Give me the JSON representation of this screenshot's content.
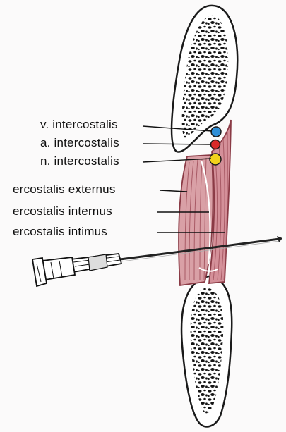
{
  "labels": {
    "vein": "v. intercostalis",
    "artery": "a. intercostalis",
    "nerve": "n. intercostalis",
    "externus": "ercostalis externus",
    "internus": "ercostalis internus",
    "intimus": "ercostalis intimus"
  },
  "colors": {
    "vein": "#2f8fd8",
    "artery": "#d92a2a",
    "nerve": "#f2d21c",
    "muscle": "#d9a0a6",
    "muscle_line": "#a85a65",
    "bone": "#ffffff",
    "bone_dots": "#1a1a1a",
    "needle": "#222222"
  }
}
